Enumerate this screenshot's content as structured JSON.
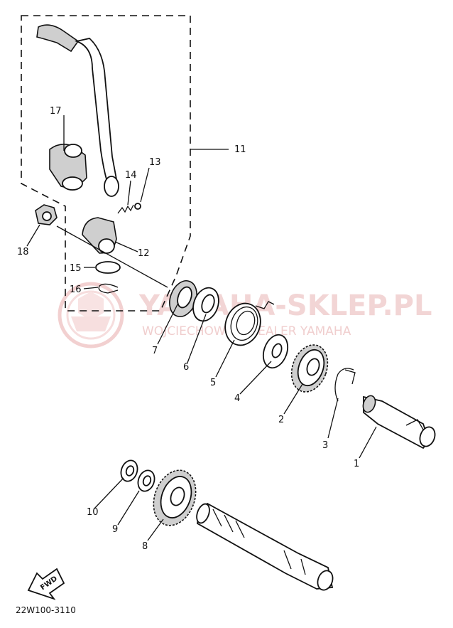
{
  "watermark": {
    "title": "YAMAHA-SKLEP.PL",
    "subtitle": "WOJCIECHOWSKI DEALER YAMAHA"
  },
  "callouts": {
    "p1": "1",
    "p2": "2",
    "p3": "3",
    "p4": "4",
    "p5": "5",
    "p6": "6",
    "p7": "7",
    "p8": "8",
    "p9": "9",
    "p10": "10",
    "p11": "11",
    "p12": "12",
    "p13": "13",
    "p14": "14",
    "p15": "15",
    "p16": "16",
    "p17": "17",
    "p18": "18"
  },
  "fwd_label": "FWD",
  "drawing_code": "22W100-3110"
}
